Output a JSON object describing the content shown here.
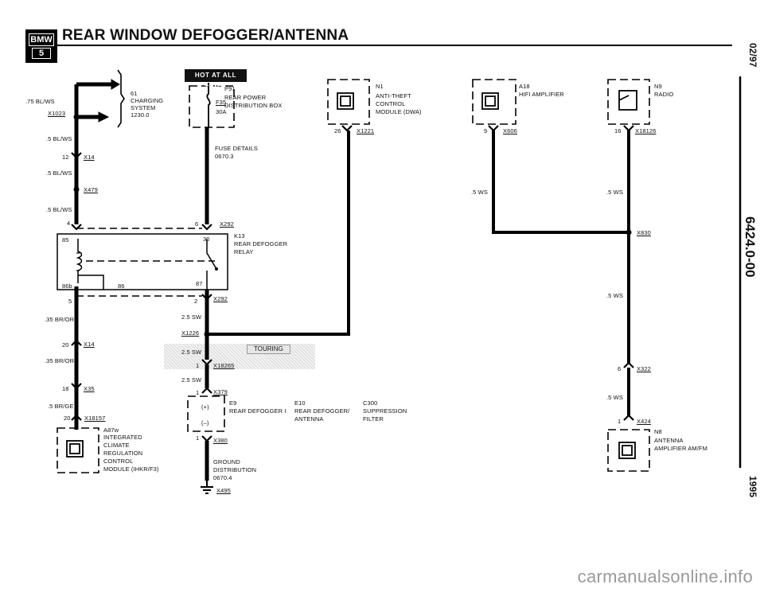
{
  "header": {
    "logo_brand": "BMW",
    "logo_model": "5",
    "title": "REAR WINDOW DEFOGGER/ANTENNA"
  },
  "side": {
    "date": "02/97",
    "doc_number": "6424.0-00",
    "year": "1995"
  },
  "hot_label": "HOT AT ALL TIMES",
  "touring_label": "TOURING",
  "watermark": "carmanualsonline.info",
  "left": {
    "wire1": ".75 BL/WS",
    "conn1": "X1023",
    "charging": [
      "61",
      "CHARGING",
      "SYSTEM",
      "1230.0"
    ],
    "wire2": ".5 BL/WS",
    "pin12": "12",
    "conn_x14_top": "X14",
    "wire3": ".5 BL/WS",
    "conn_x479": "X479",
    "wire4": ".5 BL/WS",
    "pin4": "4",
    "pin85": "85",
    "pin86b": "86b",
    "pin86": "86",
    "pin5": "5",
    "wire5": ".35 BR/OR",
    "pin20": "20",
    "conn_x14_bottom": "X14",
    "wire6": ".35 BR/OR",
    "pin18": "18",
    "conn_x35": "X35",
    "wire7": ".5 BR/GE",
    "pin20b": "20",
    "conn_x18157": "X18157",
    "module": [
      "A87w",
      "INTEGRATED",
      "CLIMATE",
      "REGULATION",
      "CONTROL",
      "MODULE (IHKR/F3)"
    ]
  },
  "center": {
    "dist": [
      "P91",
      "REAR POWER",
      "DISTRIBUTION BOX"
    ],
    "fuse": "F35",
    "fuse_amp": "30A",
    "fuse_details": [
      "FUSE DETAILS",
      "0670.3"
    ],
    "pin6": "6",
    "conn_x292_top": "X292",
    "pin30": "30",
    "relay": [
      "K13",
      "REAR DEFOGGER",
      "RELAY"
    ],
    "pin87": "87",
    "pin2": "2",
    "conn_x292_bottom": "X292",
    "wire_a": "2.5 SW",
    "conn_x1226": "X1226",
    "wire_b": "2.5 SW",
    "pin1": "1",
    "conn_x18265": "X18265",
    "wire_c": "2.5 SW",
    "pin1b": "1",
    "conn_x379": "X379",
    "e9": [
      "E9",
      "REAR DEFOGGER I"
    ],
    "plus": "(+)",
    "minus": "(–)",
    "pin1c": "1",
    "conn_x380": "X380",
    "ground": [
      "GROUND",
      "DISTRIBUTION",
      "0670.4"
    ],
    "conn_x495": "X495",
    "e10": [
      "E10",
      "REAR DEFOGGER/",
      "ANTENNA"
    ],
    "c300": [
      "C300",
      "SUPPRESSION",
      "FILTER"
    ]
  },
  "n1": {
    "label": [
      "N1",
      "ANTI-THEFT",
      "CONTROL",
      "MODULE (DWA)"
    ],
    "pin": "26",
    "conn": "X1221"
  },
  "right": {
    "a18": [
      "A18",
      "HIFI AMPLIFIER"
    ],
    "a18_pin": "9",
    "a18_conn": "X606",
    "a18_wire": ".5 WS",
    "n9": [
      "N9",
      "RADIO"
    ],
    "n9_pin": "16",
    "n9_conn": "X18126",
    "n9_wire": ".5 WS",
    "conn_x830": "X830",
    "wire_mid": ".5 WS",
    "pin6": "6",
    "conn_x322": "X322",
    "wire_low": ".5 WS",
    "pin1": "1",
    "conn_x424": "X424",
    "n8": [
      "N8",
      "ANTENNA",
      "AMPLIFIER AM/FM"
    ]
  }
}
